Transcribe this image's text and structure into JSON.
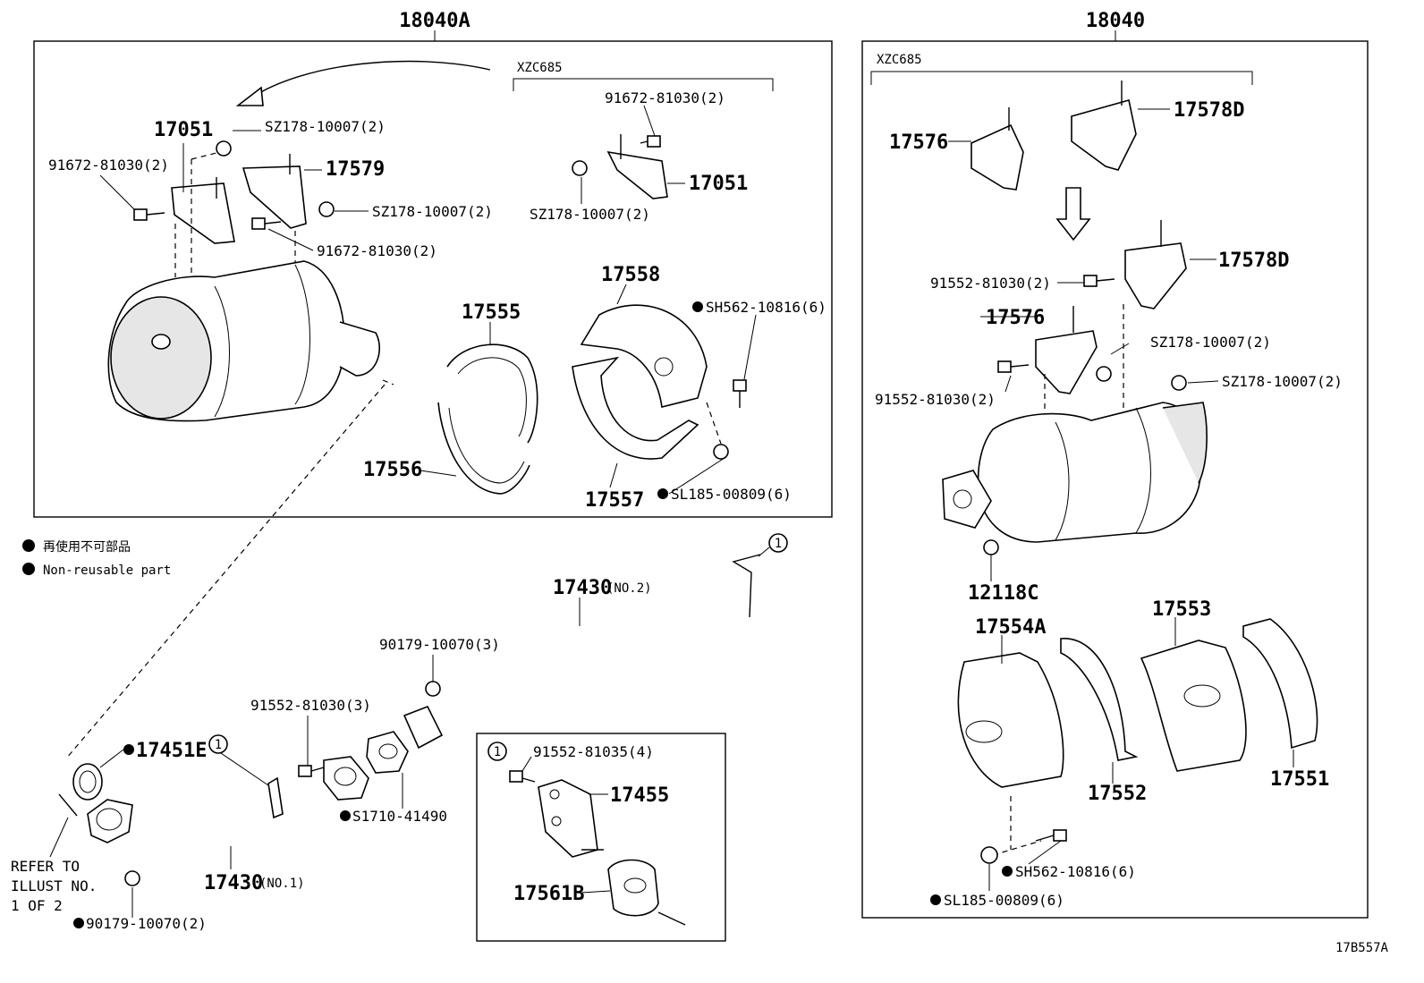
{
  "groups": {
    "left_title": "18040A",
    "right_title": "18040",
    "left_xzc": "XZC685",
    "right_xzc": "XZC685"
  },
  "labels": {
    "l_17051": "17051",
    "l_sz_top": "SZ178-10007(2)",
    "l_91672_left": "91672-81030(2)",
    "l_17579": "17579",
    "l_sz_mid": "SZ178-10007(2)",
    "l_91672_mid": "91672-81030(2)",
    "l_91672_xzc": "91672-81030(2)",
    "l_17051_xzc": "17051",
    "l_sz_xzc": "SZ178-10007(2)",
    "l_17558": "17558",
    "l_17555": "17555",
    "l_sh562_left": "SH562-10816(6)",
    "l_17556": "17556",
    "l_17557": "17557",
    "l_sl185_left": "SL185-00809(6)",
    "r_17576_top": "17576",
    "r_17578d_top": "17578D",
    "r_17578d_mid": "17578D",
    "r_91552_a": "91552-81030(2)",
    "r_17576_mid": "17576",
    "r_sz_a": "SZ178-10007(2)",
    "r_91552_b": "91552-81030(2)",
    "r_sz_b": "SZ178-10007(2)",
    "r_12118c": "12118C",
    "r_17554a": "17554A",
    "r_17553": "17553",
    "r_17552": "17552",
    "r_17551": "17551",
    "r_sh562": "SH562-10816(6)",
    "r_sl185": "SL185-00809(6)",
    "b_17430_no2": "17430",
    "b_no2": "(NO.2)",
    "b_90179_a": "90179-10070(3)",
    "b_91552_a": "91552-81030(3)",
    "b_17451e": "17451E",
    "b_s1710": "S1710-41490",
    "b_17430_no1": "17430",
    "b_no1": "(NO.1)",
    "b_90179_b": "90179-10070(2)",
    "b_refer_1": "REFER TO",
    "b_refer_2": "ILLUST NO.",
    "b_refer_3": "1 OF 2",
    "inset_91552": "91552-81035(4)",
    "inset_17455": "17455",
    "inset_17561b": "17561B",
    "circle_ref": "1"
  },
  "legend": {
    "jp": "再使用不可部品",
    "en": "Non-reusable part"
  },
  "footer": {
    "code": "17B557A"
  }
}
